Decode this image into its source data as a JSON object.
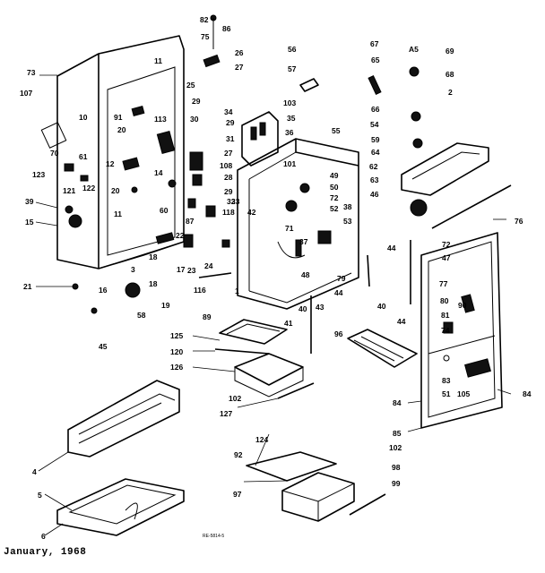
{
  "footer": {
    "date": "January, 1968",
    "drawing_code": "RE-5814-5"
  },
  "labels": [
    {
      "text": "82"
    },
    {
      "text": "86"
    },
    {
      "text": "75"
    },
    {
      "text": "26"
    },
    {
      "text": "27"
    },
    {
      "text": "25"
    },
    {
      "text": "29"
    },
    {
      "text": "73"
    },
    {
      "text": "11"
    },
    {
      "text": "107"
    },
    {
      "text": "10"
    },
    {
      "text": "91"
    },
    {
      "text": "113"
    },
    {
      "text": "20"
    },
    {
      "text": "70"
    },
    {
      "text": "61"
    },
    {
      "text": "123"
    },
    {
      "text": "12"
    },
    {
      "text": "121"
    },
    {
      "text": "122"
    },
    {
      "text": "20"
    },
    {
      "text": "14"
    },
    {
      "text": "39"
    },
    {
      "text": "11"
    },
    {
      "text": "15"
    },
    {
      "text": "60"
    },
    {
      "text": "87"
    },
    {
      "text": "30"
    },
    {
      "text": "29"
    },
    {
      "text": "31"
    },
    {
      "text": "27"
    },
    {
      "text": "108"
    },
    {
      "text": "28"
    },
    {
      "text": "29"
    },
    {
      "text": "32"
    },
    {
      "text": "118"
    },
    {
      "text": "22"
    },
    {
      "text": "18"
    },
    {
      "text": "3"
    },
    {
      "text": "17"
    },
    {
      "text": "23"
    },
    {
      "text": "24"
    },
    {
      "text": "21"
    },
    {
      "text": "18"
    },
    {
      "text": "16"
    },
    {
      "text": "19"
    },
    {
      "text": "58"
    },
    {
      "text": "45"
    },
    {
      "text": "116"
    },
    {
      "text": "89"
    },
    {
      "text": "34"
    },
    {
      "text": "103"
    },
    {
      "text": "35"
    },
    {
      "text": "36"
    },
    {
      "text": "56"
    },
    {
      "text": "57"
    },
    {
      "text": "101"
    },
    {
      "text": "55"
    },
    {
      "text": "49"
    },
    {
      "text": "50"
    },
    {
      "text": "72"
    },
    {
      "text": "52"
    },
    {
      "text": "71"
    },
    {
      "text": "38"
    },
    {
      "text": "53"
    },
    {
      "text": "42"
    },
    {
      "text": "37"
    },
    {
      "text": "48"
    },
    {
      "text": "40"
    },
    {
      "text": "41"
    },
    {
      "text": "43"
    },
    {
      "text": "44"
    },
    {
      "text": "67"
    },
    {
      "text": "A5"
    },
    {
      "text": "69"
    },
    {
      "text": "65"
    },
    {
      "text": "68"
    },
    {
      "text": "2"
    },
    {
      "text": "66"
    },
    {
      "text": "54"
    },
    {
      "text": "59"
    },
    {
      "text": "64"
    },
    {
      "text": "62"
    },
    {
      "text": "63"
    },
    {
      "text": "46"
    },
    {
      "text": "76"
    },
    {
      "text": "72"
    },
    {
      "text": "44"
    },
    {
      "text": "47"
    },
    {
      "text": "79"
    },
    {
      "text": "40"
    },
    {
      "text": "77"
    },
    {
      "text": "80"
    },
    {
      "text": "90"
    },
    {
      "text": "81"
    },
    {
      "text": "44"
    },
    {
      "text": "96"
    },
    {
      "text": "74"
    },
    {
      "text": "83"
    },
    {
      "text": "51"
    },
    {
      "text": "105"
    },
    {
      "text": "84"
    },
    {
      "text": "84"
    },
    {
      "text": "85"
    },
    {
      "text": "125"
    },
    {
      "text": "120"
    },
    {
      "text": "126"
    },
    {
      "text": "102"
    },
    {
      "text": "127"
    },
    {
      "text": "4"
    },
    {
      "text": "5"
    },
    {
      "text": "6"
    },
    {
      "text": "124"
    },
    {
      "text": "92"
    },
    {
      "text": "102"
    },
    {
      "text": "97"
    },
    {
      "text": "98"
    },
    {
      "text": "99"
    },
    {
      "text": "1"
    },
    {
      "text": "33"
    }
  ]
}
